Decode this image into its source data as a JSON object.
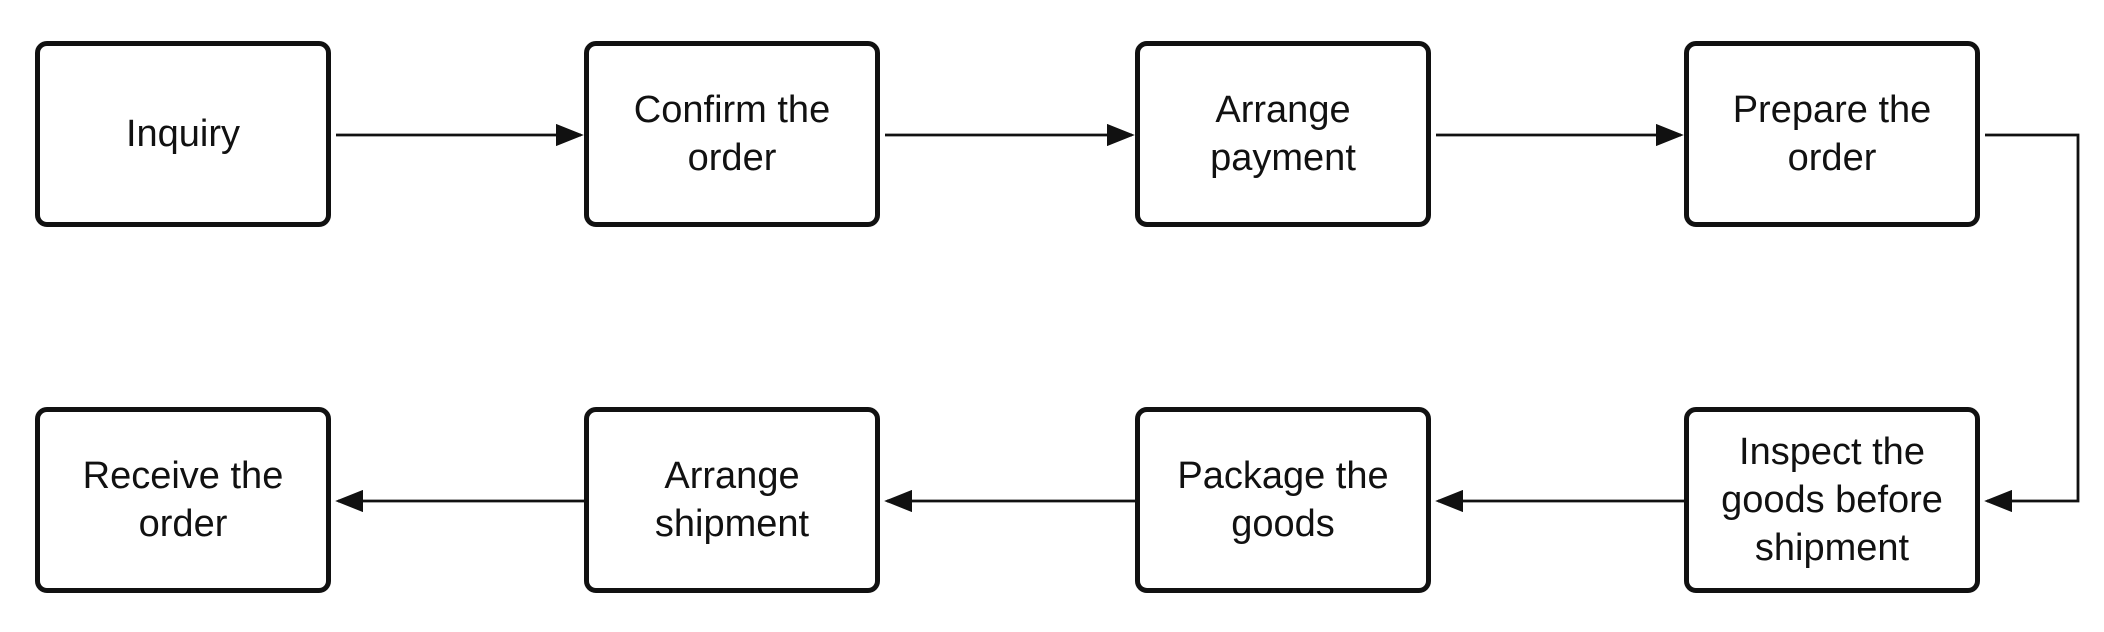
{
  "steps": [
    {
      "label": "Inquiry"
    },
    {
      "label": "Confirm the order"
    },
    {
      "label": "Arrange payment"
    },
    {
      "label": "Prepare the order"
    },
    {
      "label": "Inspect the goods before shipment"
    },
    {
      "label": "Package the goods"
    },
    {
      "label": "Arrange shipment"
    },
    {
      "label": "Receive the order"
    }
  ],
  "colors": {
    "stroke": "#111111",
    "fill": "#ffffff"
  }
}
